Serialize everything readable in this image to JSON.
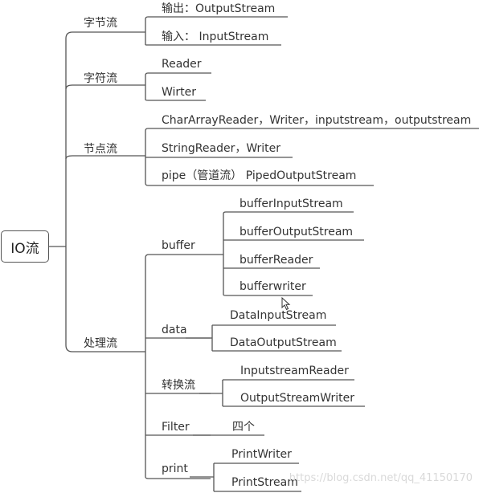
{
  "root": {
    "label": "IO流"
  },
  "branches": [
    {
      "label": "字节流",
      "children": [
        "输出：OutputStream",
        "输入： InputStream"
      ]
    },
    {
      "label": "字符流",
      "children": [
        "Reader",
        "Wirter"
      ]
    },
    {
      "label": "节点流",
      "children": [
        "CharArrayReader，Writer，inputstream，outputstream",
        "StringReader，Writer",
        "pipe（管道流） PipedOutputStream"
      ]
    },
    {
      "label": "处理流",
      "children": [
        {
          "label": "buffer",
          "children": [
            "bufferInputStream",
            "bufferOutputStream",
            "bufferReader",
            "bufferwriter"
          ]
        },
        {
          "label": "data",
          "children": [
            "DataInputStream",
            "DataOutputStream"
          ]
        },
        {
          "label": "转换流",
          "children": [
            "InputstreamReader",
            "OutputStreamWriter"
          ]
        },
        {
          "label": "Filter",
          "children": [
            "四个"
          ]
        },
        {
          "label": "print",
          "children": [
            "PrintWriter",
            "PrintStream"
          ]
        }
      ]
    }
  ],
  "watermark": "https://blog.csdn.net/qq_41150170",
  "colors": {
    "line": "#555555",
    "text": "#333333",
    "watermark": "#d9d9d9"
  }
}
